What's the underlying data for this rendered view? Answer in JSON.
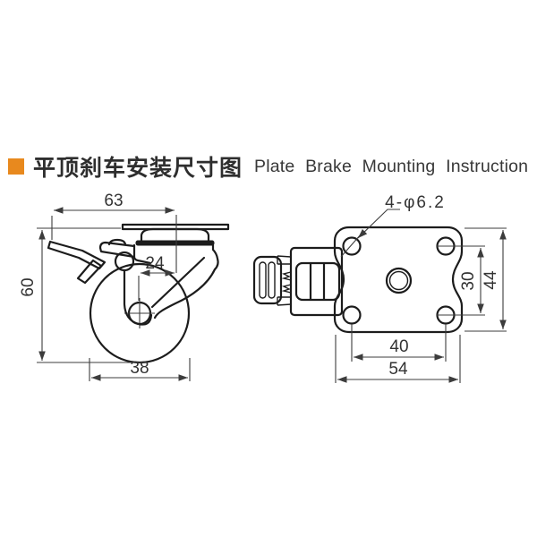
{
  "title": {
    "zh": "平顶刹车安装尺寸图",
    "en": "Plate Brake Mounting Instruction",
    "bullet_color": "#E8891E"
  },
  "side_view": {
    "description": "caster with brake, side elevation",
    "dim_overall_length": "63",
    "dim_overall_height": "60",
    "dim_swivel_offset": "24",
    "dim_wheel_diameter": "38"
  },
  "plan_view": {
    "description": "mounting plate with brake pedal, top view",
    "hole_callout": "4-φ6.2",
    "dim_hole_spacing_vertical": "30",
    "dim_plate_height": "44",
    "dim_hole_spacing_horizontal": "40",
    "dim_plate_width": "54"
  },
  "colors": {
    "line": "#1c1c1c",
    "dimension": "#3c3c3c",
    "accent": "#E8891E"
  }
}
